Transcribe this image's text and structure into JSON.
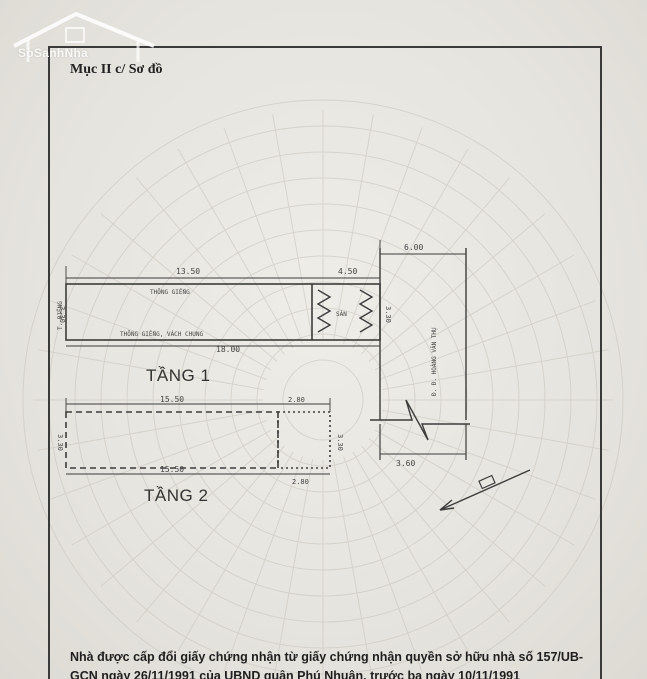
{
  "watermark": {
    "text": "SoSanhNha"
  },
  "section_label": "Mục II c/ Sơ đồ",
  "floor1": {
    "label": "TẦNG 1",
    "dim_left_length": "13.50",
    "dim_right_length": "4.50",
    "dim_total_length": "18.00",
    "dim_width_left": "3.30",
    "dim_width_right": "3.30",
    "note_top": "THÔNG GIẾNG",
    "note_bottom": "THÔNG GIẾNG, VÁCH CHUNG",
    "note_left": "T. RIÊNG",
    "note_stair": "SÂN"
  },
  "floor2": {
    "label": "TẦNG 2",
    "dim_top_length": "15.50",
    "dim_top_right": "2.80",
    "dim_bottom_length": "15.50",
    "dim_bottom_right": "2.80",
    "dim_width_left": "3.30",
    "dim_width_right": "3.30"
  },
  "road": {
    "dim_top": "6.00",
    "dim_bottom": "3.60",
    "label": "Đ. Đ. HOÀNG VĂN THỤ"
  },
  "footer": {
    "line1": "Nhà được cấp đổi giấy chứng nhận từ giấy chứng nhận quyền sở hữu nhà số 157/UB-",
    "line2": "GCN ngày 26/11/1991 của UBND quận Phú Nhuận, trước bạ ngày 10/11/1991"
  }
}
